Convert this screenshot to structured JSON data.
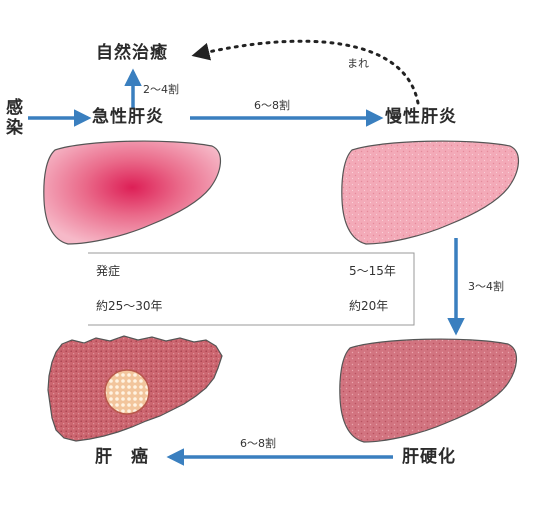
{
  "nodes": {
    "infection": "感染",
    "natural_cure": "自然治癒",
    "acute_hepatitis": "急性肝炎",
    "chronic_hepatitis": "慢性肝炎",
    "cirrhosis": "肝硬化",
    "liver_cancer": "肝　癌"
  },
  "edges": {
    "acute_to_cure": "2～4割",
    "acute_to_chronic": "6～8割",
    "chronic_to_cure": "まれ",
    "chronic_to_cirrhosis": "3～4割",
    "cirrhosis_to_cancer": "6～8割"
  },
  "timeline_box": {
    "onset_label": "発症",
    "onset_years": "5～15年",
    "total_label": "約25～30年",
    "total_years": "約20年"
  },
  "colors": {
    "arrow_blue": "#3a7fbf",
    "acute_liver_center": "#e0285a",
    "chronic_liver": "#f2a7b4",
    "cirrhosis_liver": "#d4707c",
    "cancer_liver": "#cf6a72",
    "tumor": "#f4c9a0",
    "outline": "#555555"
  }
}
